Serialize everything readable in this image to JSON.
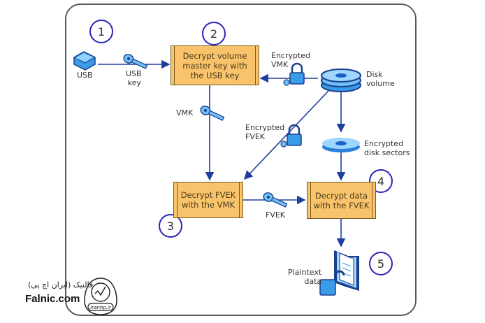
{
  "steps": [
    {
      "number": "1"
    },
    {
      "number": "2"
    },
    {
      "number": "3"
    },
    {
      "number": "4"
    },
    {
      "number": "5"
    }
  ],
  "boxes": {
    "decrypt_vmk": "Decrypt volume\nmaster key with\nthe USB key",
    "decrypt_fvek": "Decrypt FVEK\nwith the VMK",
    "decrypt_data": "Decrypt data\nwith the FVEK"
  },
  "labels": {
    "usb": "USB",
    "usb_key_1": "USB",
    "usb_key_2": "key",
    "encrypted_vmk_1": "Encrypted",
    "encrypted_vmk_2": "VMK",
    "disk_volume_1": "Disk",
    "disk_volume_2": "volume",
    "vmk": "VMK",
    "encrypted_fvek_1": "Encrypted",
    "encrypted_fvek_2": "FVEK",
    "encrypted_sectors_1": "Encrypted",
    "encrypted_sectors_2": "disk sectors",
    "fvek": "FVEK",
    "plaintext_1": "Plaintext",
    "plaintext_2": "data"
  },
  "watermark": {
    "persian": "فالنیک (ایران اچ پی)",
    "site": "Falnic.com",
    "logo_text": "iranhp.ir"
  },
  "colors": {
    "arrow": "#1f3f9e",
    "box_fill": "#f8c36b",
    "circle": "#2a24b8",
    "icon": "#3a9be8"
  }
}
